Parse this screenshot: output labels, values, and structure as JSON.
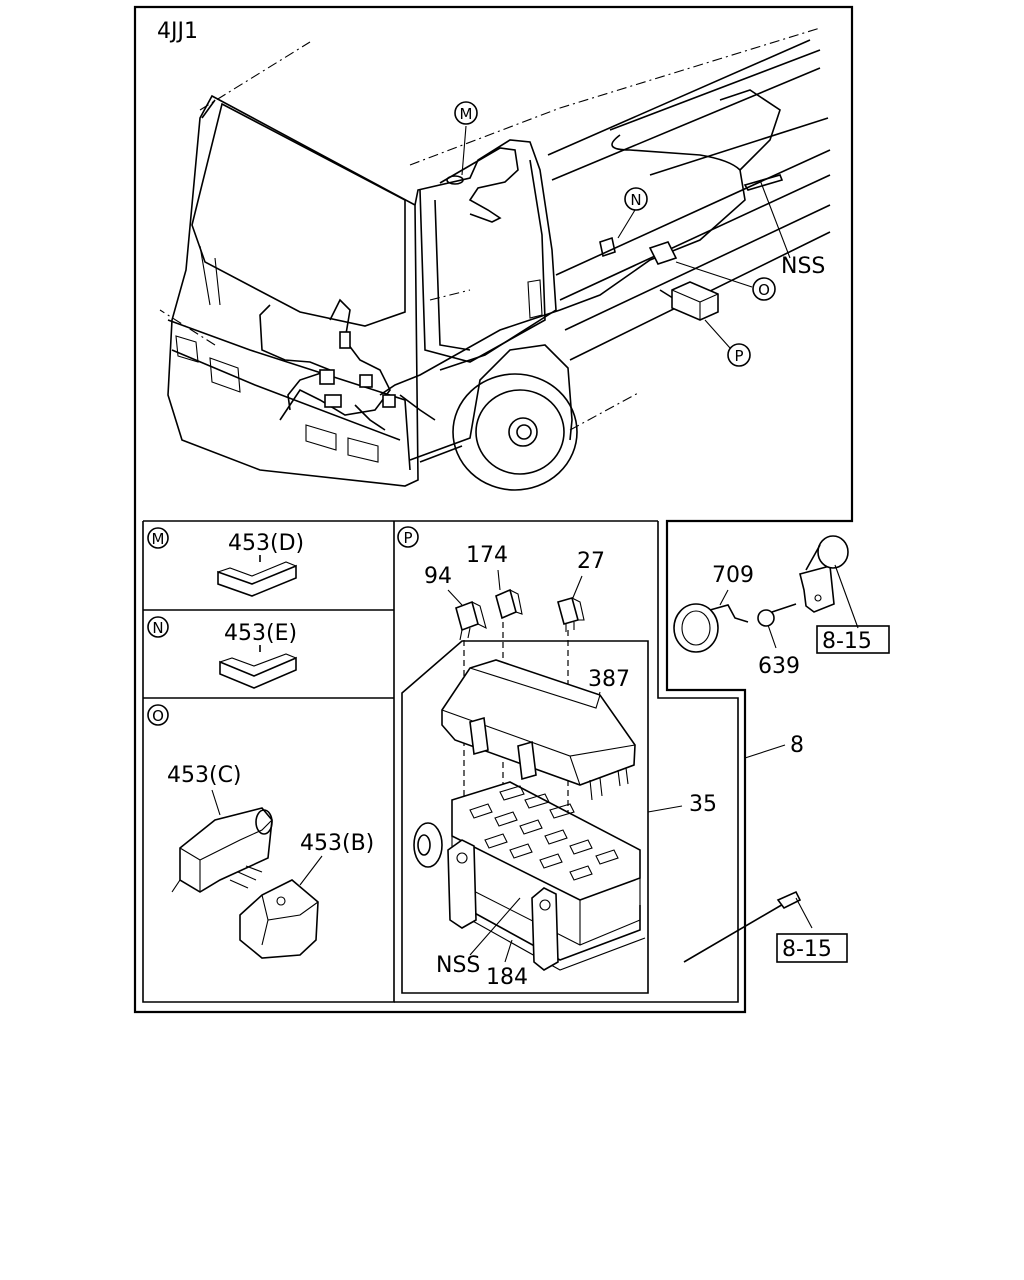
{
  "engine_label": "4JJ1",
  "main_callouts": {
    "m": "M",
    "n": "N",
    "o": "O",
    "p": "P",
    "nss": "NSS"
  },
  "panel_m": {
    "circle": "M",
    "part": "453(D)"
  },
  "panel_n": {
    "circle": "N",
    "part": "453(E)"
  },
  "panel_o": {
    "circle": "O",
    "part_c": "453(C)",
    "part_b": "453(B)"
  },
  "panel_p": {
    "circle": "P",
    "parts": {
      "p94": "94",
      "p174": "174",
      "p27": "27",
      "p387": "387",
      "p35": "35",
      "nss": "NSS",
      "p184": "184"
    }
  },
  "right_parts": {
    "p709": "709",
    "p639": "639",
    "ref_top": "8-15",
    "ref_bottom": "8-15",
    "p8": "8"
  }
}
